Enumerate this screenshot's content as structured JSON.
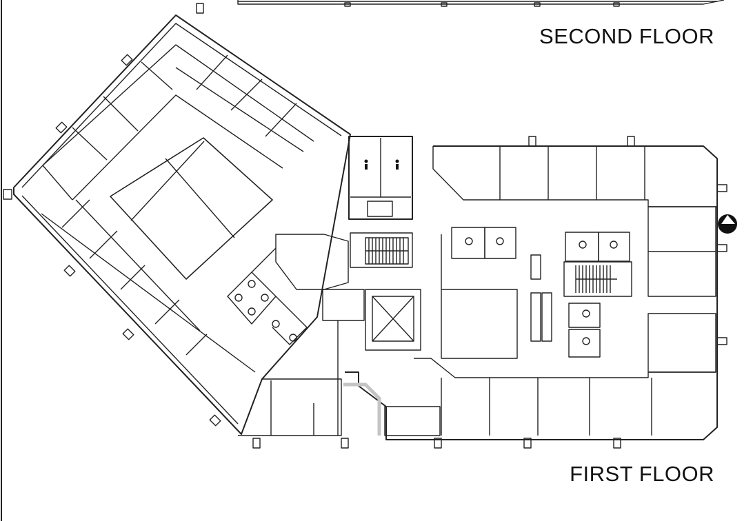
{
  "labels": {
    "second_floor": "SECOND FLOOR",
    "first_floor": "FIRST FLOOR",
    "north_marker": "N"
  },
  "icons": {
    "north": "north-arrow-icon",
    "restroom": "restroom-person-icon",
    "stairs": "stair-icon",
    "elevator": "elevator-icon",
    "workstation": "workstation-icon",
    "entry_path": "entry-path-icon"
  },
  "colors": {
    "wall": "#222222",
    "background": "#ffffff",
    "entry_path": "#c4c4c4"
  }
}
